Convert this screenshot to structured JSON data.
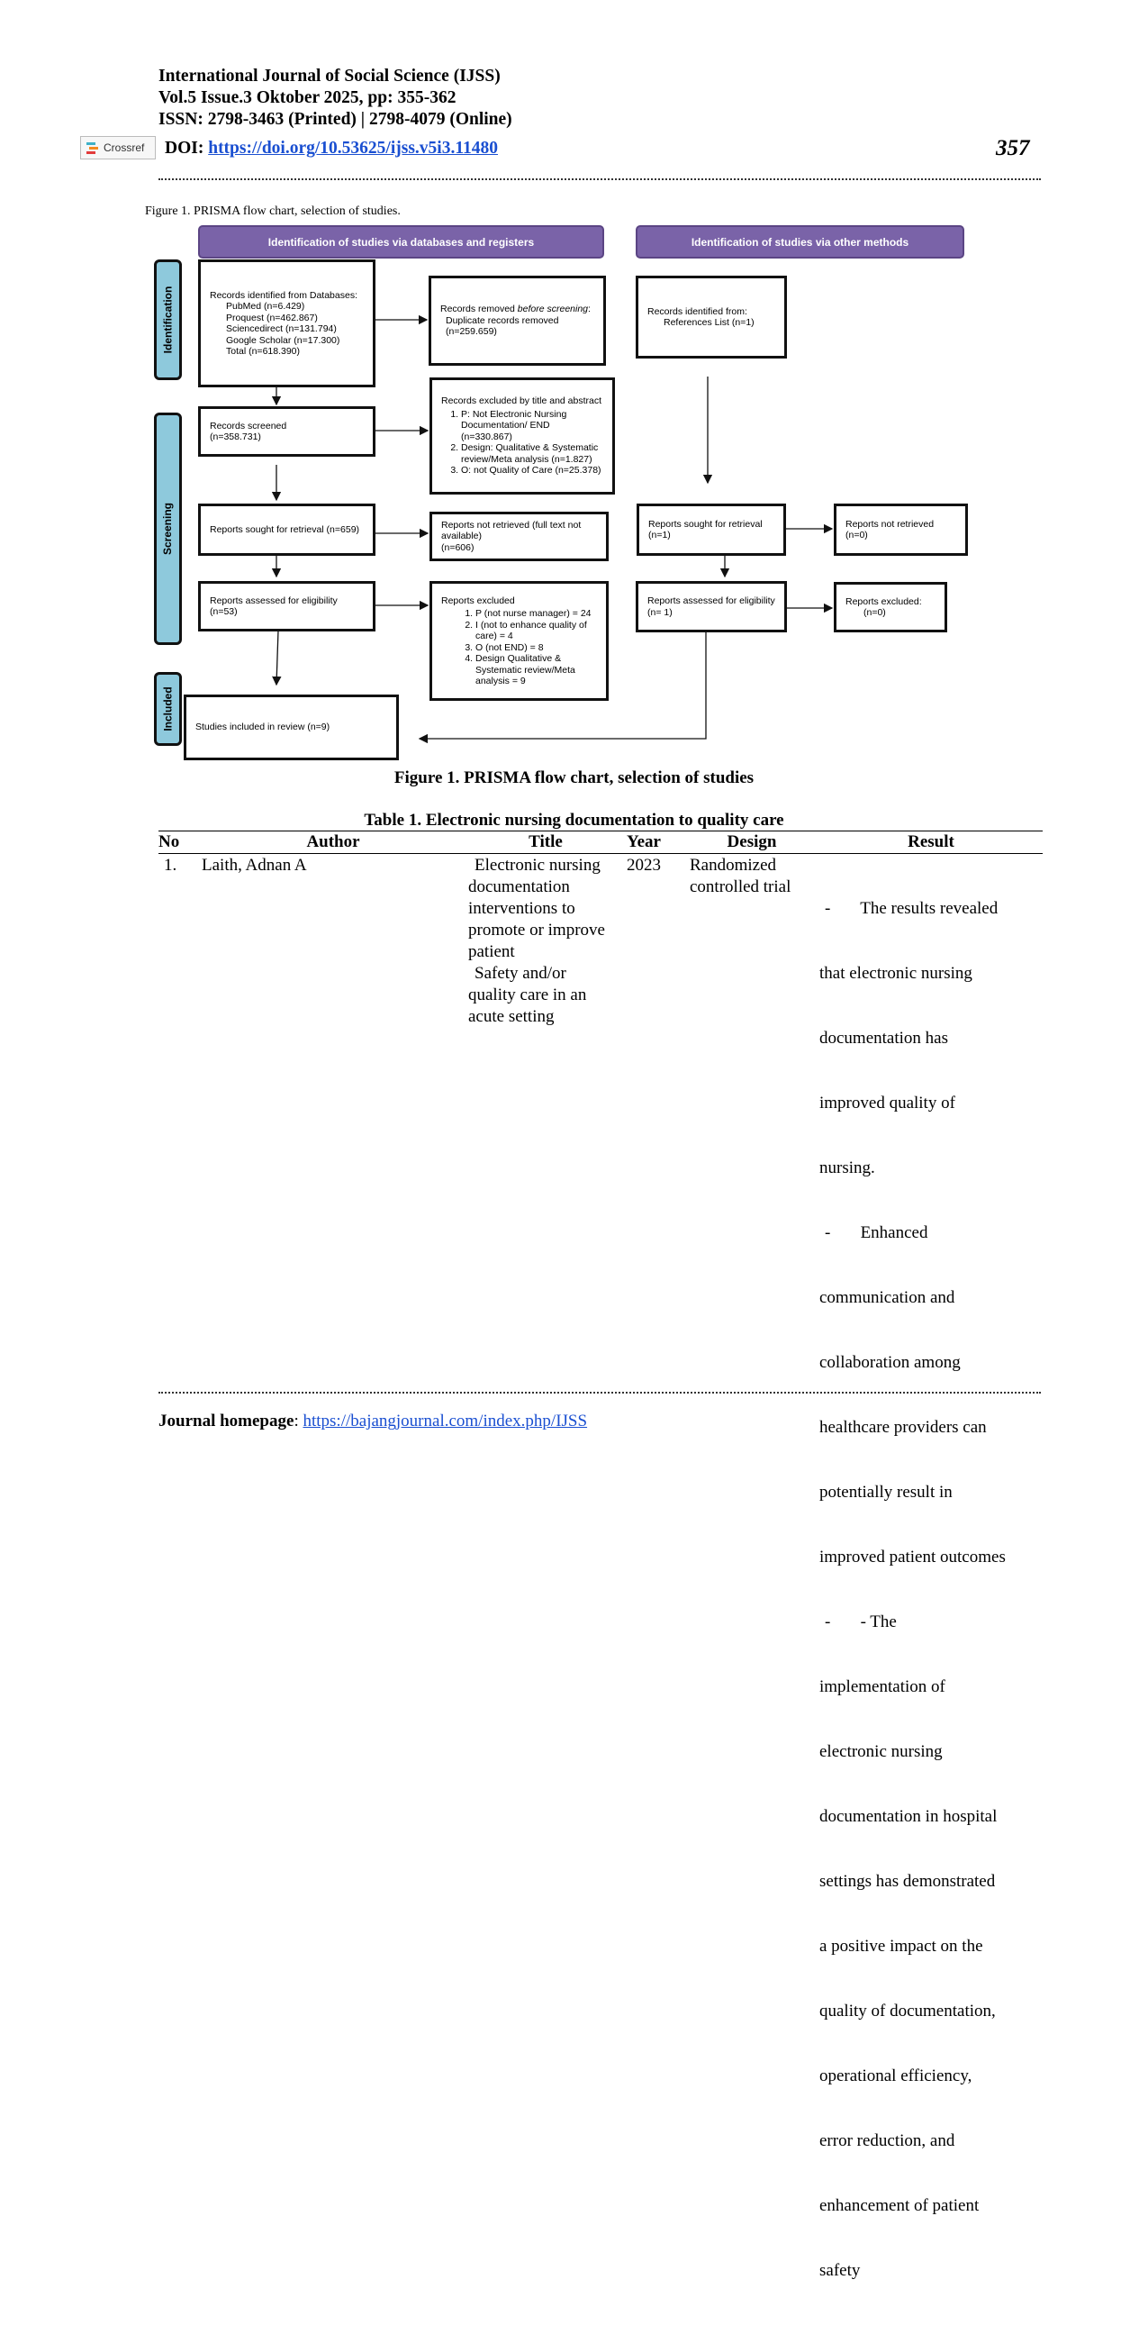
{
  "header": {
    "journal": "International Journal of Social Science (IJSS)",
    "volume": "Vol.5 Issue.3 Oktober 2025, pp: 355-362",
    "issn": "ISSN: 2798-3463 (Printed) | 2798-4079 (Online)",
    "doi_label": "DOI:",
    "doi_url": "https://doi.org/10.53625/ijss.v5i3.11480",
    "crossref": "Crossref",
    "page_number": "357"
  },
  "figure": {
    "caption_top": "Figure 1. PRISMA flow chart, selection of studies.",
    "phase_db": "Identification of studies via databases and registers",
    "phase_other": "Identification of studies via other methods",
    "side_identification": "Identification",
    "side_screening": "Screening",
    "side_included": "Included",
    "box_records_db": {
      "title": "Records identified from Databases:",
      "lines": [
        "PubMed (n=6.429)",
        "Proquest (n=462.867)",
        "Sciencedirect (n=131.794)",
        "Google Scholar (n=17.300)",
        "Total (n=618.390)"
      ]
    },
    "box_removed": {
      "prefix": "Records removed ",
      "italic": "before screening",
      "suffix": ":",
      "line1": "Duplicate records removed",
      "line2": "(n=259.659)"
    },
    "box_refs": {
      "title": "Records identified from:",
      "line": "References List (n=1)"
    },
    "box_screened": {
      "title": "Records screened",
      "line": "(n=358.731)"
    },
    "box_excluded_title": {
      "title": "Records excluded by title and abstract",
      "items": [
        "P: Not Electronic Nursing Documentation/ END (n=330.867)",
        "Design: Qualitative & Systematic review/Meta analysis (n=1.827)",
        "O: not Quality of Care (n=25.378)"
      ]
    },
    "box_sought": "Reports sought for retrieval (n=659)",
    "box_not_retrieved": {
      "title": "Reports not retrieved (full text not available)",
      "line": "(n=606)"
    },
    "box_sought_other": {
      "title": "Reports sought for retrieval",
      "line": "(n=1)"
    },
    "box_not_retrieved_other": {
      "title": "Reports not retrieved",
      "line": "(n=0)"
    },
    "box_assessed": {
      "title": "Reports assessed for eligibility",
      "line": "(n=53)"
    },
    "box_reports_excluded": {
      "title": "Reports excluded",
      "items": [
        "P (not nurse manager) = 24",
        "I (not to enhance quality of care) = 4",
        "O (not END) = 8",
        "Design Qualitative & Systematic review/Meta analysis = 9"
      ]
    },
    "box_assessed_other": {
      "title": "Reports assessed for eligibility",
      "line": "(n= 1)"
    },
    "box_excluded_other": {
      "title": "Reports excluded:",
      "line": "(n=0)"
    },
    "box_included": "Studies included in review (n=9)",
    "caption": "Figure 1. PRISMA flow chart, selection of studies"
  },
  "table": {
    "caption": "Table 1. Electronic nursing documentation to quality care",
    "headers": {
      "no": "No",
      "author": "Author",
      "title": "Title",
      "year": "Year",
      "design": "Design",
      "result": "Result"
    },
    "row1": {
      "no": "1.",
      "author": "Laith, Adnan A",
      "title_lines": [
        "Electronic nursing",
        "documentation",
        "interventions to",
        "promote or improve",
        "patient",
        "Safety and/or",
        "quality care in an",
        "acute setting"
      ],
      "year": "2023",
      "design_lines": [
        "Randomized",
        "controlled trial"
      ],
      "result_lines": [
        "-       The results revealed",
        "that electronic nursing",
        "documentation has",
        "improved quality of",
        "nursing.",
        "-       Enhanced",
        "communication and",
        "collaboration among",
        "healthcare providers can",
        "potentially result in",
        "improved patient outcomes",
        "-       - The",
        "implementation of",
        "electronic nursing",
        "documentation in hospital",
        "settings has demonstrated",
        "a positive impact on the",
        "quality of documentation,",
        "operational efficiency,",
        "error reduction, and",
        "enhancement of patient",
        "safety"
      ]
    }
  },
  "footer": {
    "label": "Journal homepage",
    "sep": ": ",
    "url": "https://bajangjournal.com/index.php/IJSS"
  }
}
